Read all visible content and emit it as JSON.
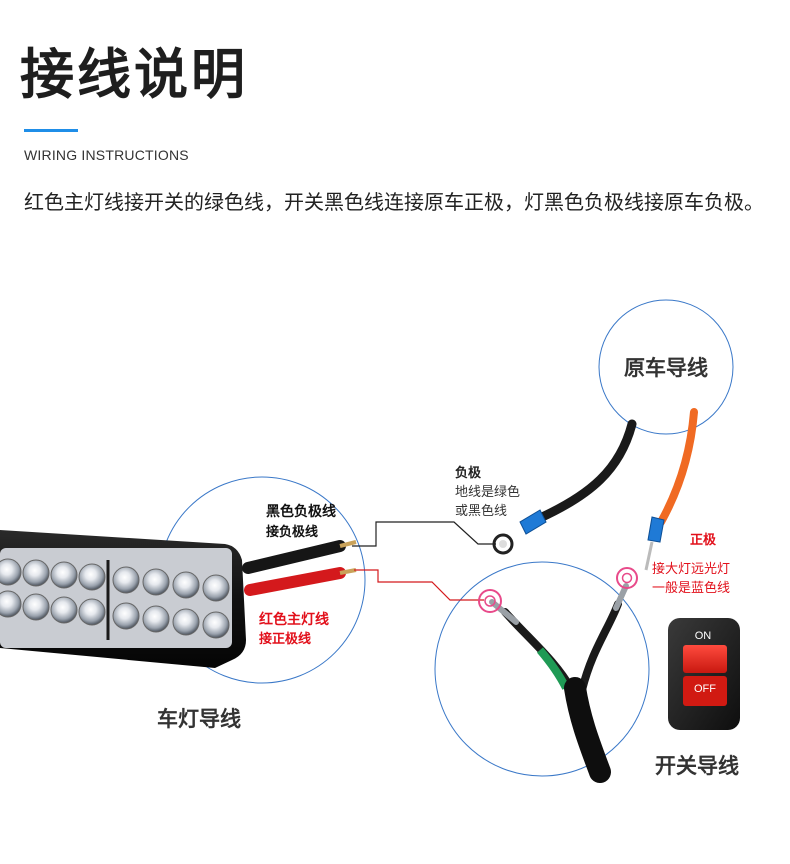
{
  "header": {
    "title": "接线说明",
    "subtitle": "WIRING INSTRUCTIONS",
    "description": "红色主灯线接开关的绿色线，开关黑色线连接原车正极，灯黑色负极线接原车负极。"
  },
  "labels": {
    "original_wire": "原车导线",
    "negative_title": "负极",
    "negative_line1": "地线是绿色",
    "negative_line2": "或黑色线",
    "black_neg_line1": "黑色负极线",
    "black_neg_line2": "接负极线",
    "positive_title": "正极",
    "positive_line1": "接大灯远光灯",
    "positive_line2": "一般是蓝色线",
    "red_main_line1": "红色主灯线",
    "red_main_line2": "接正极线",
    "lamp_wire": "车灯导线",
    "switch_wire": "开关导线",
    "switch_on": "ON",
    "switch_off": "OFF"
  },
  "colors": {
    "accent_blue": "#1f8ee8",
    "label_red": "#e2101b",
    "circle_blue": "#3a78c8"
  }
}
